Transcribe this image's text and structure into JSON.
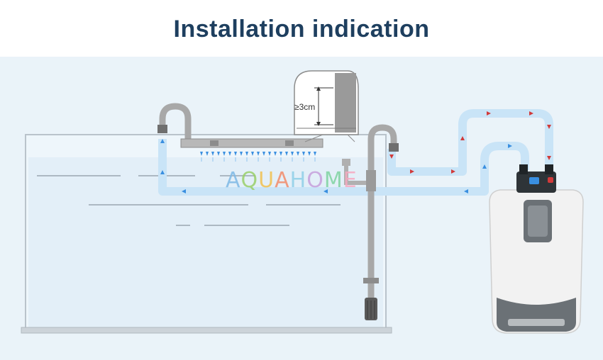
{
  "title": "Installation indication",
  "callout": {
    "distance_label": "≥3cm"
  },
  "watermark": {
    "letters": [
      "A",
      "Q",
      "U",
      "A",
      "H",
      "O",
      "M",
      "E"
    ],
    "colors": [
      "#7fb9e6",
      "#9ad06a",
      "#f2c14e",
      "#f28c6b",
      "#8fd0e8",
      "#c6a0dc",
      "#7fd3a0",
      "#f7a8c0"
    ]
  },
  "colors": {
    "title": "#1e3f5f",
    "background": "#eaf3f9",
    "tube": "#c9e4f7",
    "return_arrow": "#d13a3a",
    "intake_arrow": "#3a8fe0",
    "pipe": "#a8a8a8"
  }
}
